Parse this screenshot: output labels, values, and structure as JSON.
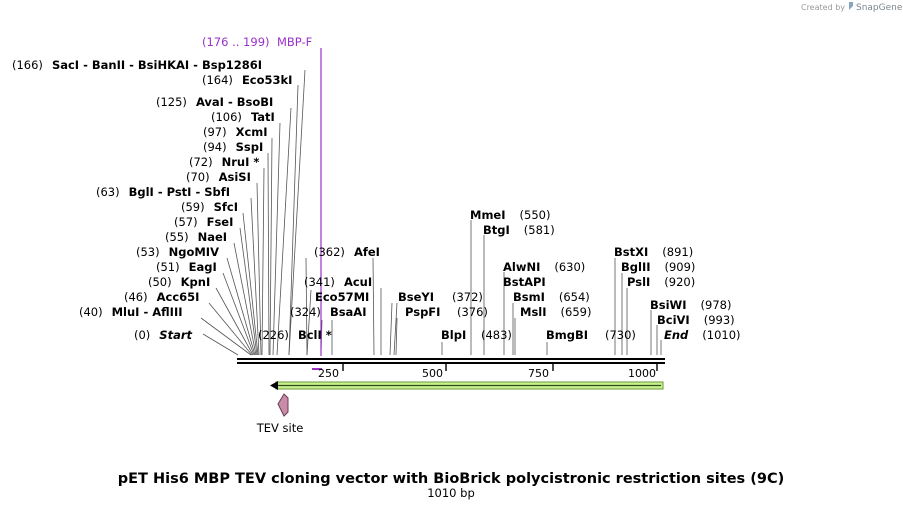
{
  "credit": {
    "prefix": "Created by",
    "brand": "SnapGene"
  },
  "title": "pET His6 MBP TEV cloning vector with BioBrick polycistronic restriction sites (9C)",
  "subtitle": "1010 bp",
  "ruler": {
    "ticks": [
      "250",
      "500",
      "750",
      "1000"
    ]
  },
  "feature": {
    "name": "TEV site"
  },
  "primer": {
    "range": "(176 .. 199)",
    "name": "MBP-F"
  },
  "labels": [
    {
      "pos": "(166)",
      "enzymes": "SacI  - BanII  - BsiHKAI  - Bsp1286I"
    },
    {
      "pos": "(164)",
      "enzymes": "Eco53kI"
    },
    {
      "pos": "(125)",
      "enzymes": "AvaI  - BsoBI"
    },
    {
      "pos": "(106)",
      "enzymes": "TatI"
    },
    {
      "pos": "(97)",
      "enzymes": "XcmI"
    },
    {
      "pos": "(94)",
      "enzymes": "SspI"
    },
    {
      "pos": "(72)",
      "enzymes": "NruI *"
    },
    {
      "pos": "(70)",
      "enzymes": "AsiSI"
    },
    {
      "pos": "(63)",
      "enzymes": "BglI  - PstI  - SbfI"
    },
    {
      "pos": "(59)",
      "enzymes": "SfcI"
    },
    {
      "pos": "(57)",
      "enzymes": "FseI"
    },
    {
      "pos": "(55)",
      "enzymes": "NaeI"
    },
    {
      "pos": "(53)",
      "enzymes": "NgoMIV"
    },
    {
      "pos": "(51)",
      "enzymes": "EagI"
    },
    {
      "pos": "(50)",
      "enzymes": "KpnI"
    },
    {
      "pos": "(46)",
      "enzymes": "Acc65I"
    },
    {
      "pos": "(40)",
      "enzymes": "MluI  - AflIII"
    },
    {
      "pos": "(0)",
      "enzymes": "Start"
    },
    {
      "pos": "(226)",
      "enzymes": "BclI *"
    },
    {
      "pos": "(324)",
      "enzymes": "BsaAI"
    },
    {
      "pos": "",
      "enzymes": "Eco57MI"
    },
    {
      "pos": "(341)",
      "enzymes": "AcuI"
    },
    {
      "pos": "(362)",
      "enzymes": "AfeI"
    },
    {
      "pos": "",
      "enzymes": "BseYI"
    },
    {
      "pos": "",
      "enzymes": "PspFI"
    },
    {
      "pos": "(372)",
      "enzymes": ""
    },
    {
      "pos": "(376)",
      "enzymes": ""
    },
    {
      "pos": "",
      "enzymes": "BlpI"
    },
    {
      "pos": "(483)",
      "enzymes": ""
    },
    {
      "pos": "(550)",
      "enzymes": "MmeI"
    },
    {
      "pos": "(581)",
      "enzymes": "BtgI"
    },
    {
      "pos": "(630)",
      "enzymes": "AlwNI"
    },
    {
      "pos": "",
      "enzymes": "BstAPI"
    },
    {
      "pos": "(654)",
      "enzymes": "BsmI"
    },
    {
      "pos": "(659)",
      "enzymes": "MslI"
    },
    {
      "pos": "",
      "enzymes": "BmgBI"
    },
    {
      "pos": "(730)",
      "enzymes": ""
    },
    {
      "pos": "(891)",
      "enzymes": "BstXI"
    },
    {
      "pos": "(909)",
      "enzymes": "BglII"
    },
    {
      "pos": "(920)",
      "enzymes": "PslI"
    },
    {
      "pos": "(978)",
      "enzymes": "BsiWI"
    },
    {
      "pos": "(993)",
      "enzymes": "BciVI"
    },
    {
      "pos": "(1010)",
      "enzymes": "End"
    }
  ]
}
